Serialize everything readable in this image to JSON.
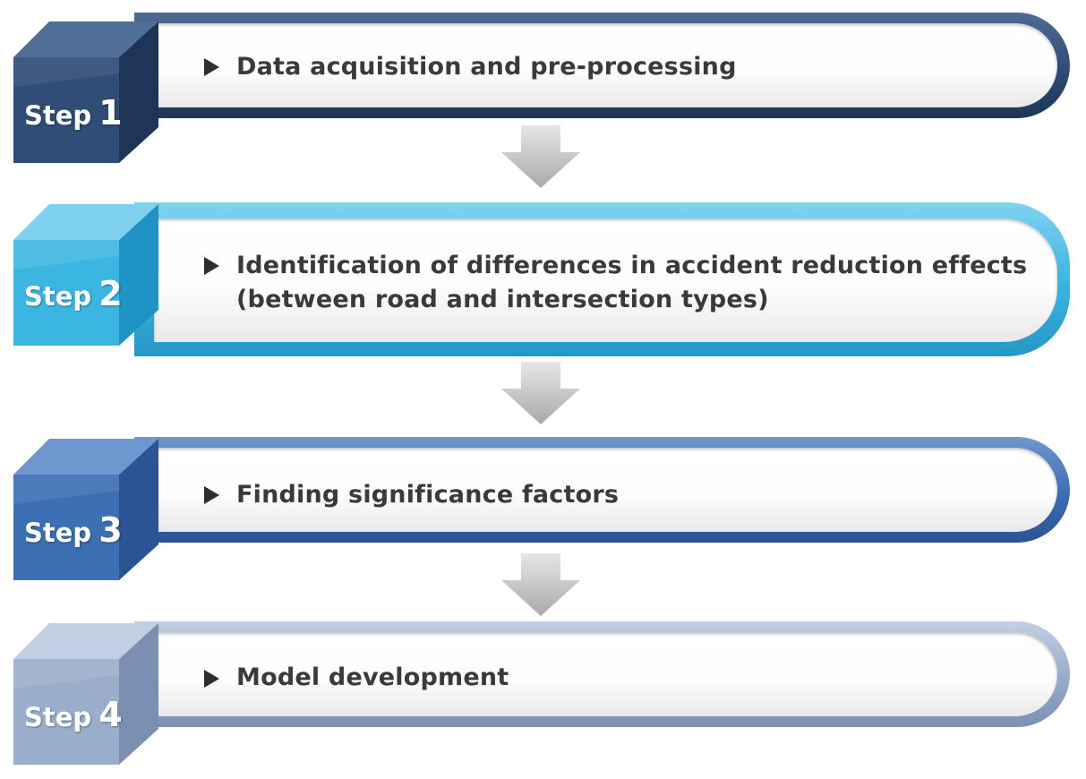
{
  "steps": [
    {
      "word": "Step",
      "number": "1",
      "text_lines": [
        "Data acquisition and pre-processing"
      ],
      "colors": {
        "cube_front": "#2f4d77",
        "cube_top": "#4f6f98",
        "cube_side": "#1f3558",
        "border": "#2c4a73"
      }
    },
    {
      "word": "Step",
      "number": "2",
      "text_lines": [
        "Identification of differences in accident reduction effects",
        "(between road and intersection types)"
      ],
      "colors": {
        "cube_front": "#3bb6e2",
        "cube_top": "#7fd2ef",
        "cube_side": "#1f93c3",
        "border": "#3ab3e0"
      }
    },
    {
      "word": "Step",
      "number": "3",
      "text_lines": [
        "Finding significance factors"
      ],
      "colors": {
        "cube_front": "#3d6fb5",
        "cube_top": "#6e97cf",
        "cube_side": "#2a5494",
        "border": "#3c6cb2"
      }
    },
    {
      "word": "Step",
      "number": "4",
      "text_lines": [
        "Model development"
      ],
      "colors": {
        "cube_front": "#9aadcb",
        "cube_top": "#c2cfe2",
        "cube_side": "#7a8fb2",
        "border": "#96a9c8"
      }
    }
  ]
}
